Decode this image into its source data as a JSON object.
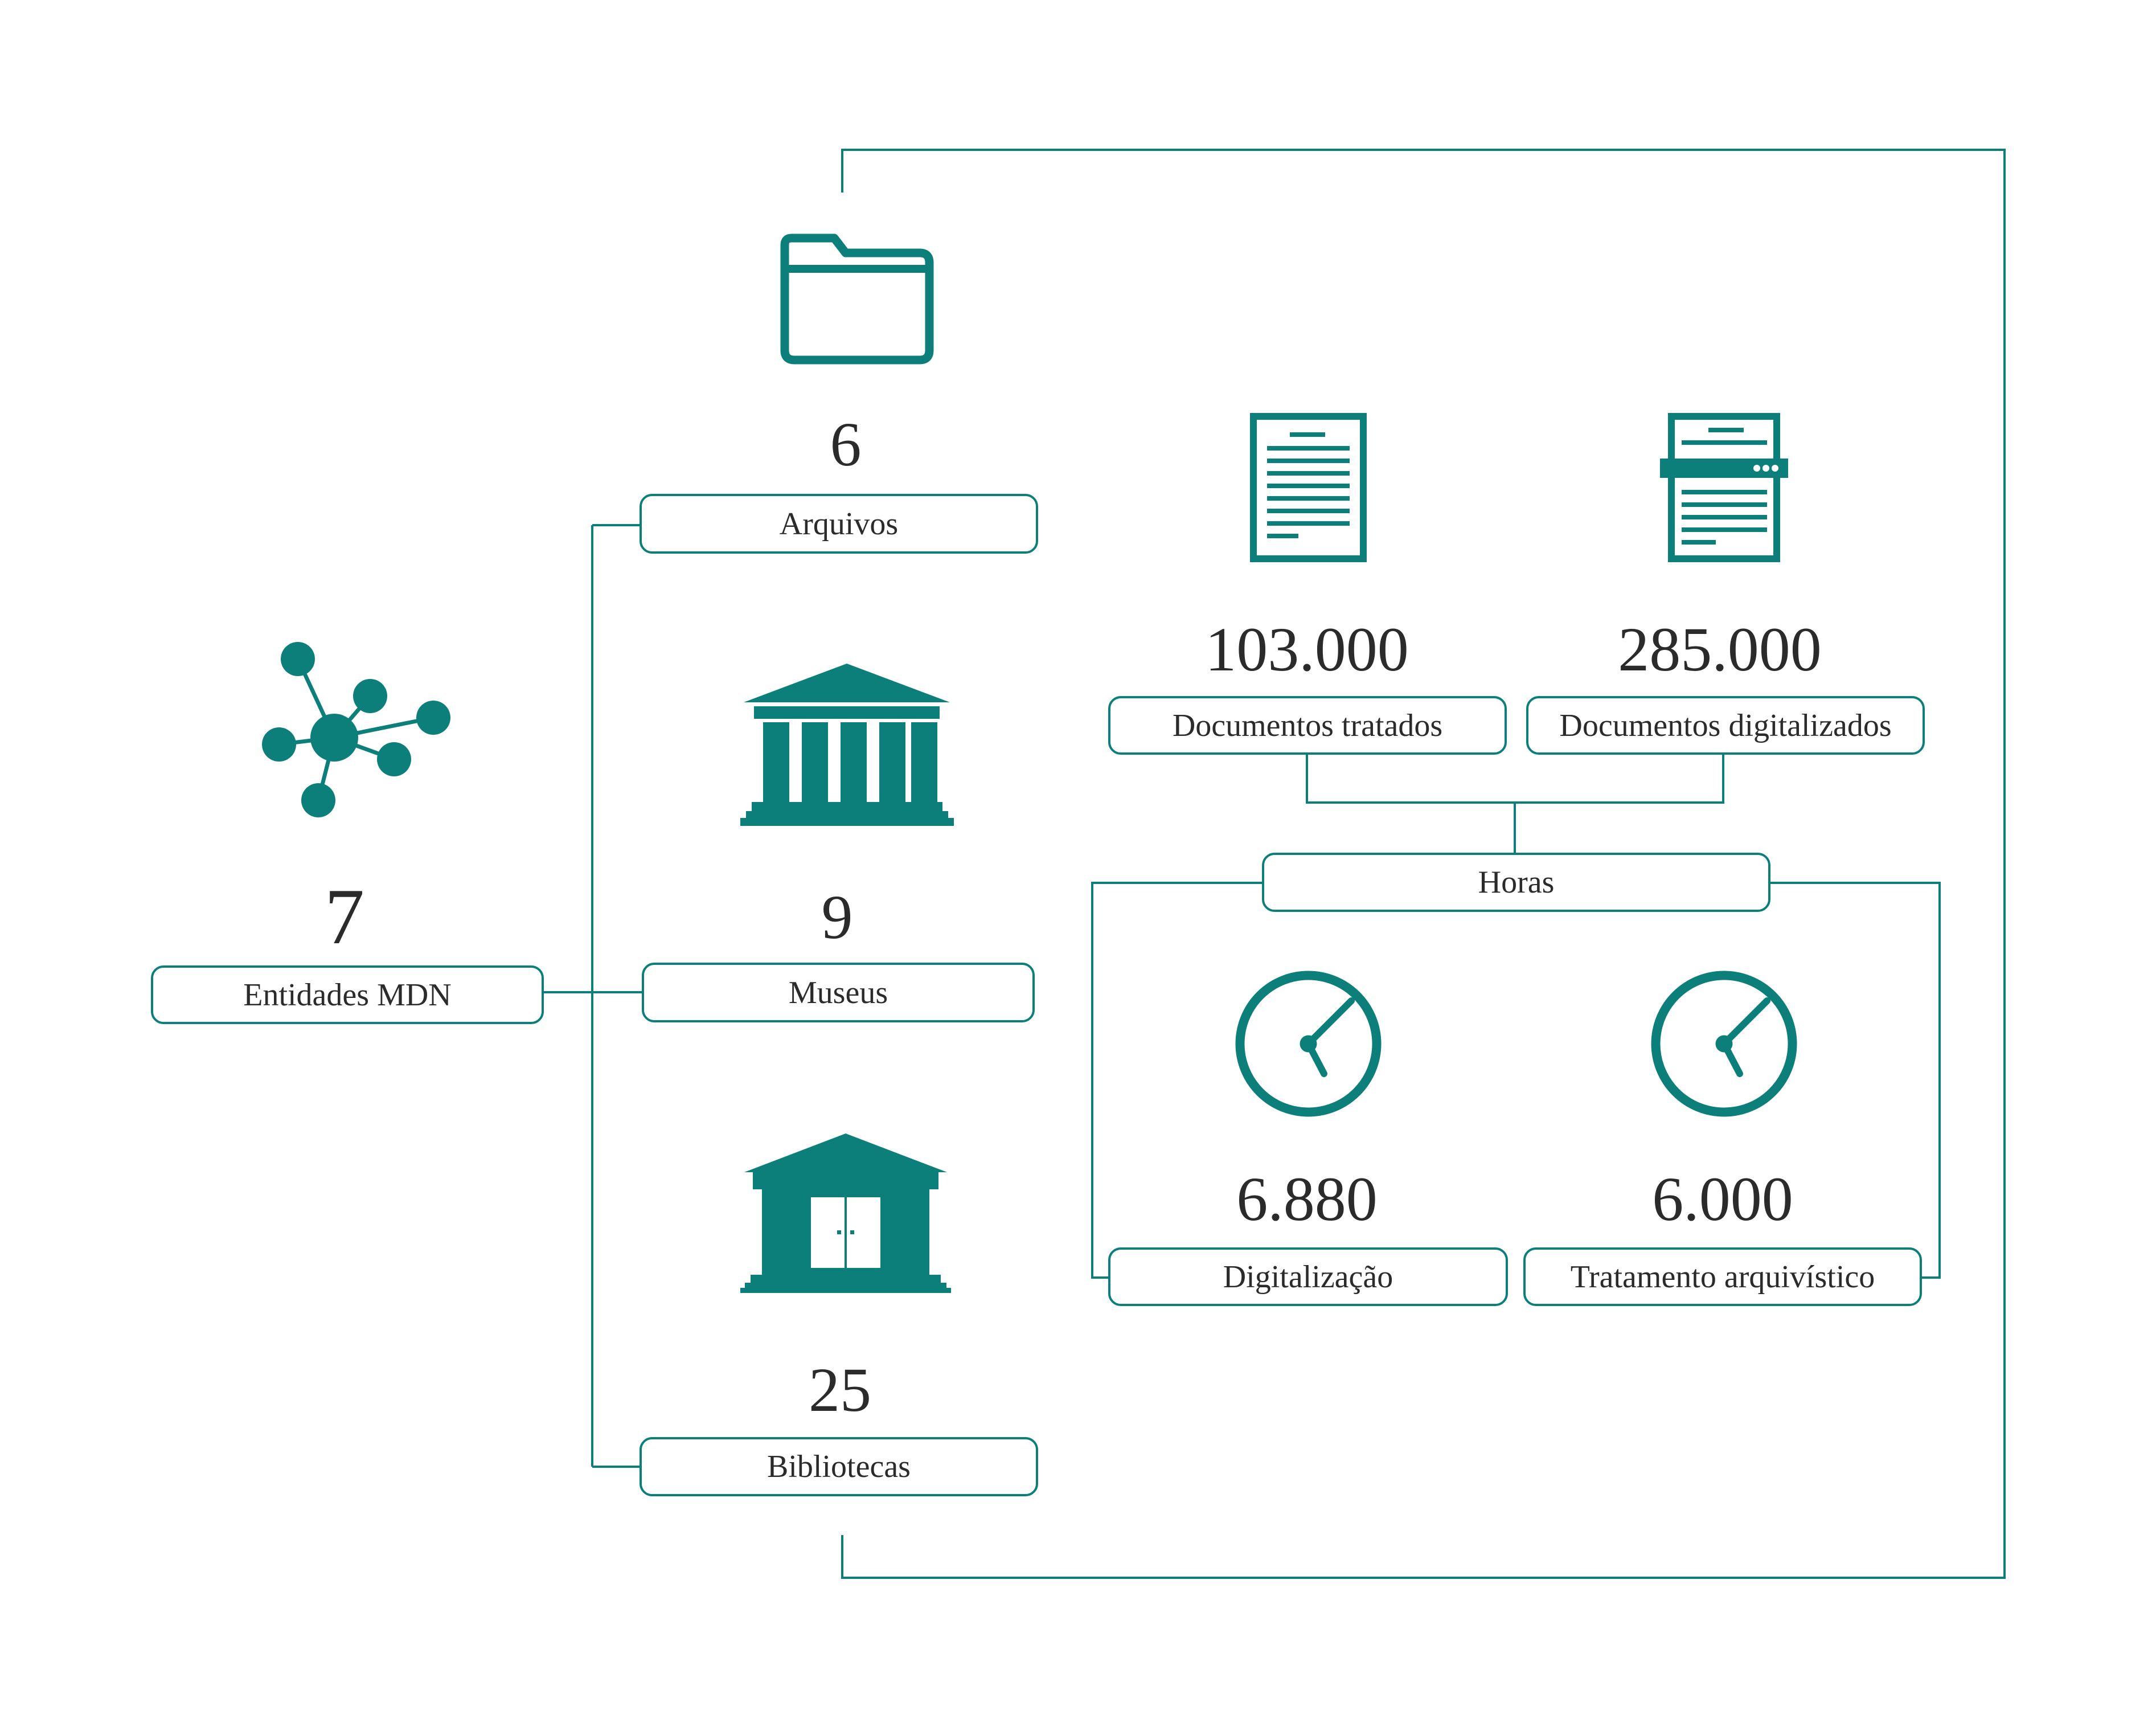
{
  "colors": {
    "accent": "#0d7f7a",
    "text": "#2b2b2b",
    "background": "#ffffff"
  },
  "entities": {
    "icon": "network-icon",
    "value": "7",
    "label": "Entidades MDN"
  },
  "arquivos": {
    "icon": "folder-icon",
    "value": "6",
    "label": "Arquivos"
  },
  "museus": {
    "icon": "museum-icon",
    "value": "9",
    "label": "Museus"
  },
  "bibliotecas": {
    "icon": "library-icon",
    "value": "25",
    "label": "Bibliotecas"
  },
  "documentos_tratados": {
    "icon": "document-icon",
    "value": "103.000",
    "label": "Documentos tratados"
  },
  "documentos_digitalizados": {
    "icon": "scanner-icon",
    "value": "285.000",
    "label": "Documentos digitalizados"
  },
  "horas": {
    "label": "Horas"
  },
  "digitalizacao": {
    "icon": "clock-icon",
    "value": "6.880",
    "label": "Digitalização"
  },
  "tratamento": {
    "icon": "clock-icon",
    "value": "6.000",
    "label": "Tratamento arquivístico"
  }
}
